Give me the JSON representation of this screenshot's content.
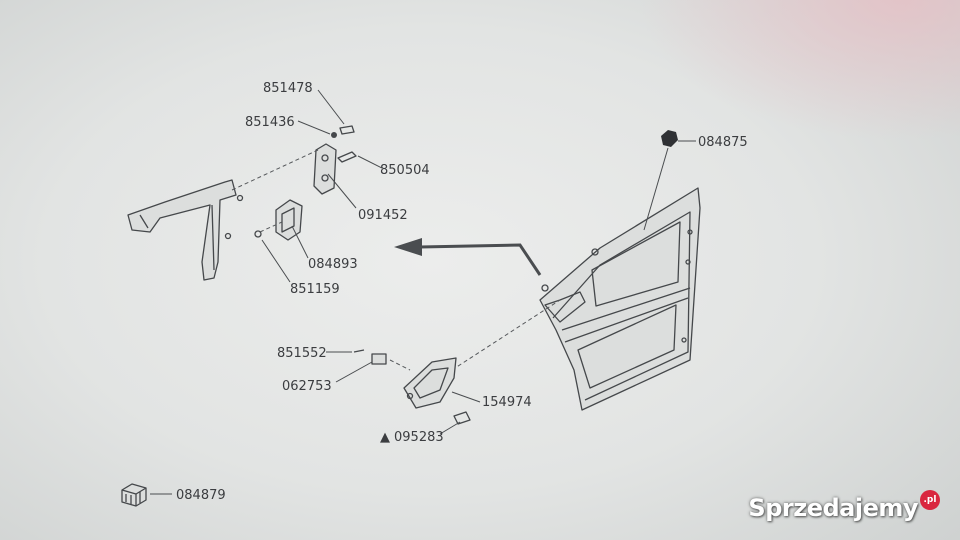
{
  "diagram": {
    "labels": {
      "p851478": "851478",
      "p851436": "851436",
      "p850504": "850504",
      "p091452": "091452",
      "p084893": "084893",
      "p851159": "851159",
      "p084875": "084875",
      "p851552": "851552",
      "p062753": "062753",
      "p154974": "154974",
      "p095283": "095283",
      "p084879": "084879"
    },
    "triangle_symbol": "▲"
  },
  "watermark": {
    "text": "Sprzedajemy",
    "badge": ".pl",
    "color": "#d9263f"
  }
}
